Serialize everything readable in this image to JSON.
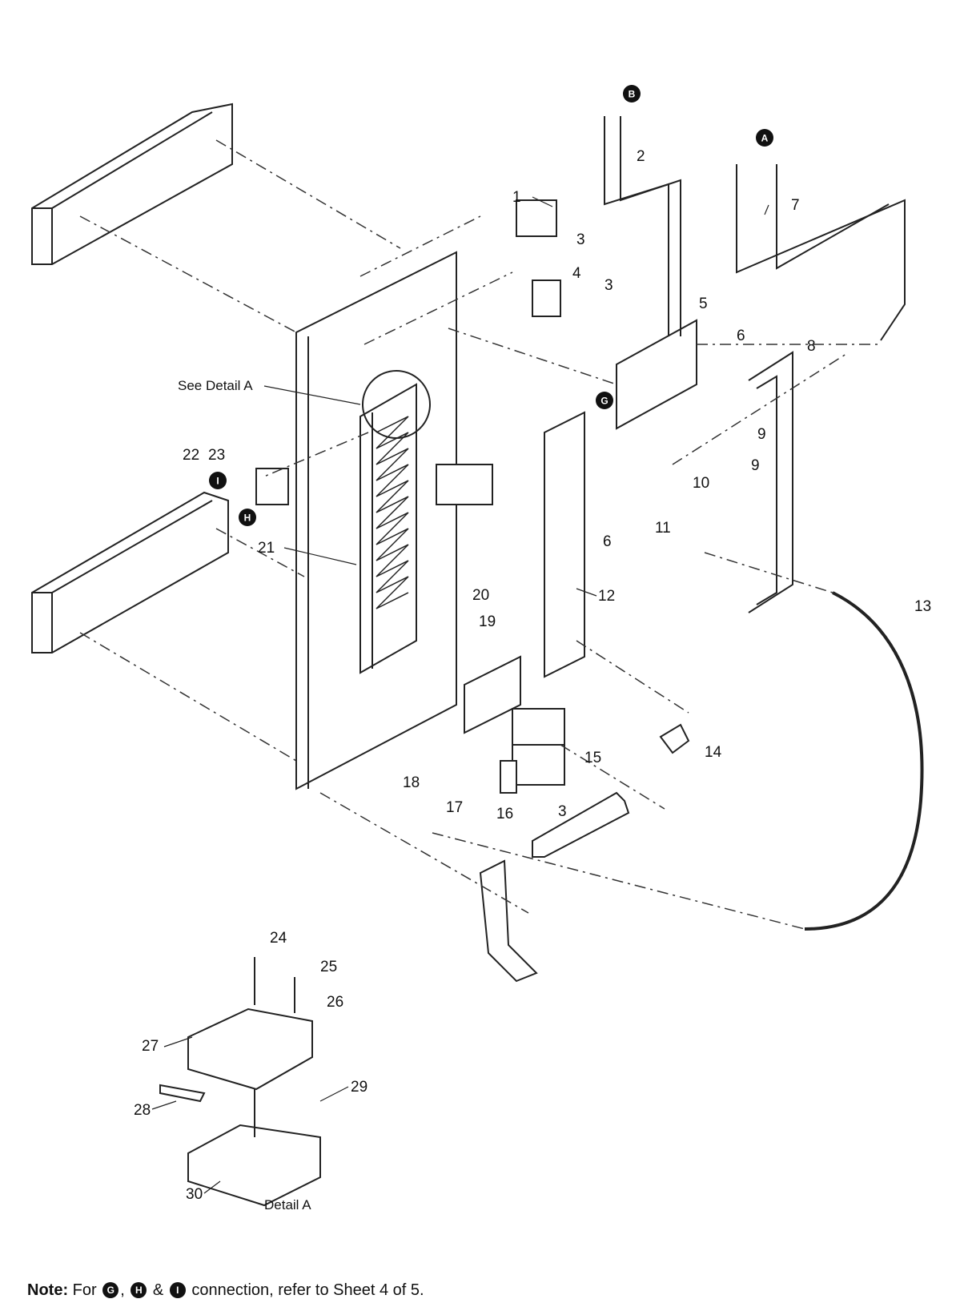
{
  "diagram": {
    "part_labels": [
      "1",
      "2",
      "3",
      "3",
      "3",
      "4",
      "5",
      "6",
      "6",
      "7",
      "8",
      "9",
      "9",
      "10",
      "11",
      "12",
      "13",
      "14",
      "15",
      "16",
      "17",
      "18",
      "19",
      "20",
      "21",
      "22",
      "23",
      "24",
      "25",
      "26",
      "27",
      "28",
      "29",
      "30"
    ],
    "see_detail_label": "See Detail A",
    "detail_caption": "Detail A",
    "connectors": [
      "A",
      "B",
      "G",
      "H",
      "I"
    ]
  },
  "note": {
    "prefix": "Note:",
    "text_for": "For",
    "conn_g": "G",
    "sep_comma": ",",
    "conn_h": "H",
    "sep_amp": "&",
    "conn_i": "I",
    "text_after": "connection, refer to Sheet 4 of 5."
  }
}
